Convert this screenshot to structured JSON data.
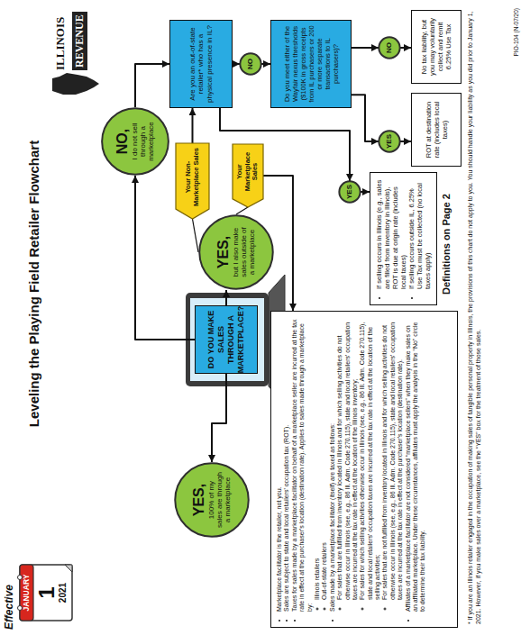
{
  "diagram": {
    "title": "Leveling the Playing Field Retailer Flowchart",
    "nodes": [
      {
        "text": [
          "DO YOU MAKE SALES THROUGH A MARKETPLACE?"
        ]
      },
      {
        "text": [
          "YES,",
          "100% of my sales are through a marketplace"
        ]
      },
      {
        "text": [
          "NO,",
          "I do not sell through a marketplace"
        ]
      },
      {
        "text": [
          "YES,",
          "but I also make sales outside of a marketplace"
        ]
      },
      {
        "text": [
          "Your Non-Marketplace Sales"
        ]
      },
      {
        "text": [
          "Your Marketplace Sales"
        ]
      },
      {
        "text": [
          "Are you an out-of-state retailer* who has a physical presence in IL?"
        ]
      },
      {
        "text": [
          "NO"
        ]
      },
      {
        "text": [
          "Do you meet either of the Wayfair nexus thresholds ($100K in gross receipts from IL purchasers or 200 or more separate transactions to IL purchasers)?"
        ]
      },
      {
        "text": [
          "NO"
        ]
      },
      {
        "text": [
          "No tax liability, but you may voluntarily collect and remit 6.25% Use Tax"
        ]
      },
      {
        "text": [
          "YES"
        ]
      },
      {
        "text": [
          "ROT at destination rate (includes local taxes)"
        ]
      },
      {
        "text": [
          "YES"
        ]
      },
      {
        "text": [
          "If selling occurs in Illinois (e.g., sales are filled from inventory in Illinois), ROT is due at origin rate (includes local taxes)",
          "If selling occurs outside IL, 6.25% Use Tax must be collected (no local taxes apply)"
        ]
      },
      {
        "text": [
          "Marketplace facilitator is the retailer, not you.",
          "Sales are subject to state and local retailers' occupation tax (ROT).",
          "Taxes for sales made by a marketplace facilitator on behalf of a marketplace seller are incurred at the tax rate in effect at the purchaser's location (destination rate). Applies to sales made through a marketplace by:",
          "Illinois retailers",
          "Out-of-state retailers",
          "Sales made by a marketplace facilitator (itself) are taxed as follows:",
          "For sales that are fulfilled from inventory located in Illinois and for which selling activities do not otherwise occur in Illinois (see, e.g., 86 Ill. Adm. Code 270.115), state and local retailers' occupation taxes are incurred at the tax rate in effect at the location of the Illinois inventory;",
          "For sales for which selling activities otherwise occur in Illinois (see, e.g., 86 Ill. Adm. Code 270.115), state and local retailers' occupation taxes are incurred at the tax rate in effect at the location of the selling activities;",
          "For sales that are not fulfilled from inventory located in Illinois and for which selling activities do not otherwise occur in Illinois (see, e.g., 86 Ill. Adm. Code 270.115), state and local retailers' occupation taxes are incurred at the tax rate in effect at the purchaser's location (destination rate).",
          "Affiliates of a marketplace facilitator are not considered “marketplace sellers” when they make sales on an affiliated marketplace. Under these circumstances, affiliates must apply the analysis in the “No” circle to determine their tax liability."
        ]
      }
    ],
    "edges": [
      {
        "from": 0,
        "to": 1,
        "arrow": "to"
      },
      {
        "from": 0,
        "to": 2,
        "arrow": "to"
      },
      {
        "from": 0,
        "to": 3,
        "arrow": "to"
      },
      {
        "from": 3,
        "to": 4,
        "arrow": "none"
      },
      {
        "from": 3,
        "to": 5,
        "arrow": "none"
      },
      {
        "from": 2,
        "to": 6,
        "arrow": "to"
      },
      {
        "from": 4,
        "to": 6,
        "arrow": "to"
      },
      {
        "from": 6,
        "to": 7,
        "arrow": "to"
      },
      {
        "from": 7,
        "to": 8,
        "arrow": "to"
      },
      {
        "from": 6,
        "to": 13,
        "arrow": "to"
      },
      {
        "from": 13,
        "to": 14,
        "arrow": "to"
      },
      {
        "from": 8,
        "to": 9,
        "arrow": "to"
      },
      {
        "from": 8,
        "to": 11,
        "arrow": "to"
      },
      {
        "from": 9,
        "to": 10,
        "arrow": "to"
      },
      {
        "from": 11,
        "to": 12,
        "arrow": "to"
      },
      {
        "from": 5,
        "to": 15,
        "arrow": "to"
      }
    ],
    "labels": [
      "Effective",
      "JANUARY",
      "1",
      "2021",
      "ILLINOIS",
      "REVENUE",
      "Definitions on Page 2",
      "* If you are an Illinois retailer engaged in the occupation of making sales of tangible personal property in Illinois, the provisions of this chart do not apply to you. You should handle your liability as you did prior to January 1, 2021. However, if you make sales over a marketplace, see the “YES” box for the treatment of those sales.",
      "PIO-104 (N-07/20)"
    ]
  }
}
